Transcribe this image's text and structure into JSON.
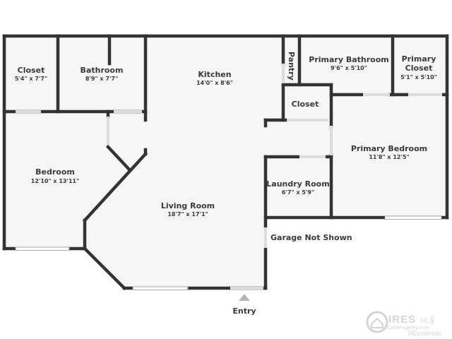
{
  "plan": {
    "rooms": [
      {
        "id": "closet-left",
        "name": "Closet",
        "dim": "5'4\" x 7'7\""
      },
      {
        "id": "bathroom",
        "name": "Bathroom",
        "dim": "8'9\" x 7'7\""
      },
      {
        "id": "kitchen",
        "name": "Kitchen",
        "dim": "14'0\" x 8'6\""
      },
      {
        "id": "pantry",
        "name": "Pantry",
        "dim": ""
      },
      {
        "id": "primary-bathroom",
        "name": "Primary Bathroom",
        "dim": "9'6\" x 5'10\""
      },
      {
        "id": "primary-closet",
        "name_line1": "Primary",
        "name_line2": "Closet",
        "dim": "5'1\" x 5'10\""
      },
      {
        "id": "closet-center",
        "name": "Closet",
        "dim": ""
      },
      {
        "id": "primary-bedroom",
        "name": "Primary Bedroom",
        "dim": "11'8\" x 12'5\""
      },
      {
        "id": "bedroom",
        "name": "Bedroom",
        "dim": "12'10\" x 13'11\""
      },
      {
        "id": "living-room",
        "name": "Living Room",
        "dim": "18'7\" x 17'1\""
      },
      {
        "id": "laundry-room",
        "name": "Laundry Room",
        "dim": "6'7\" x 5'9\""
      }
    ],
    "notes": {
      "garage": "Garage Not Shown",
      "entry": "Entry"
    }
  },
  "watermark": {
    "brand": "IRES",
    "mls": "MLS",
    "site": "ColoProperty.com",
    "partner": "REcolorado",
    "side": "IRES"
  },
  "colors": {
    "wall": "#333333",
    "floor": "#f6f6f6",
    "text": "#3a3a3a",
    "entry_marker": "#b5b5b5"
  }
}
